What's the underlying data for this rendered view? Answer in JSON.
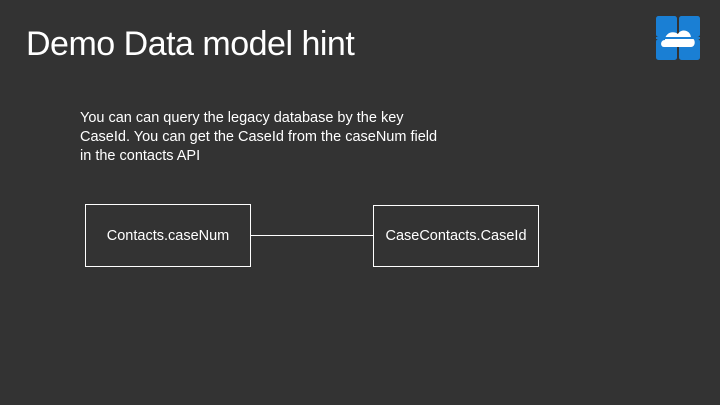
{
  "slide": {
    "title": "Demo Data model hint",
    "hint_lines": [
      "You can can query the legacy database by the key",
      "CaseId. You can get the CaseId from the caseNum field",
      "in the contacts API"
    ]
  },
  "diagram": {
    "source_entity": "Contacts.caseNum",
    "target_entity": "CaseContacts.CaseId"
  },
  "logo": {
    "icon": "cloud-logo-icon",
    "color": "#1a7fd4"
  },
  "colors": {
    "background": "#333333",
    "foreground": "#ffffff",
    "accent": "#1a7fd4"
  }
}
